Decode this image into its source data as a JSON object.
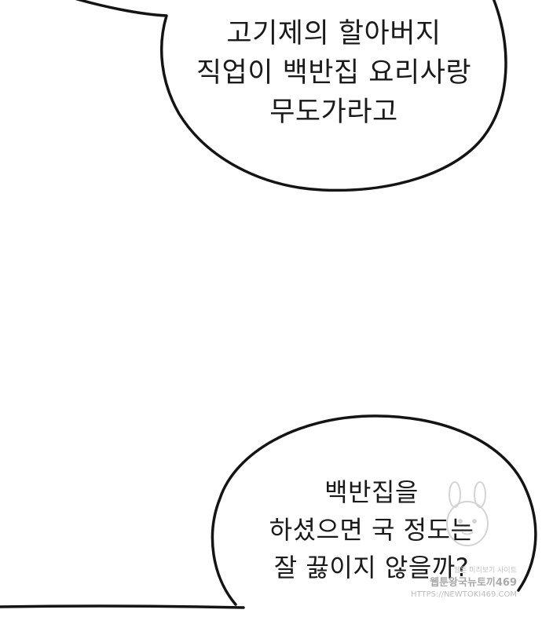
{
  "top_bubble": {
    "lines": [
      "고기제의 할아버지",
      "직업이 백반집 요리사랑",
      "무도가라고"
    ]
  },
  "bottom_bubble": {
    "lines": [
      "백반집을",
      "하셨으면 국 정도는",
      "잘 끓이지 않을까?"
    ]
  },
  "watermark": {
    "small": "웹툰 미리보기 사이트",
    "main": "웹툰왕국뉴토끼469",
    "url": "HTTPS://NEWTOKI469.COM"
  },
  "colors": {
    "background": "#ffffff",
    "outline": "#141414",
    "text": "#1a1a1a",
    "watermark": "#b5b5b5"
  }
}
